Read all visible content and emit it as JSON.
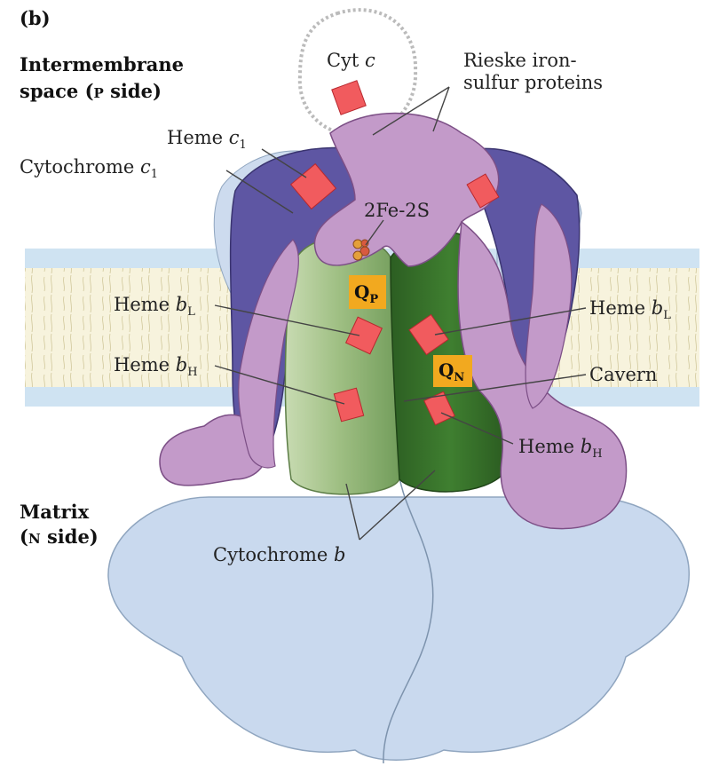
{
  "panel_label": "(b)",
  "regions": {
    "intermembrane_line1": "Intermembrane",
    "intermembrane_line2_a": "space (",
    "intermembrane_line2_side": "P",
    "intermembrane_line2_b": " side)",
    "matrix_line1": "Matrix",
    "matrix_line2_a": "(",
    "matrix_line2_side": "N",
    "matrix_line2_b": " side)"
  },
  "labels": {
    "cyt_c_a": "Cyt ",
    "cyt_c_b": "c",
    "rieske_line1": "Rieske iron-",
    "rieske_line2": "sulfur proteins",
    "heme_c1_a": "Heme ",
    "heme_c1_b": "c",
    "heme_c1_sub": "1",
    "cytochrome_c1_a": "Cytochrome ",
    "cytochrome_c1_b": "c",
    "cytochrome_c1_sub": "1",
    "fe_s": "2Fe-2S",
    "heme_bl_left_a": "Heme ",
    "heme_bl_left_b": "b",
    "heme_bl_left_sub": "L",
    "heme_bh_left_a": "Heme ",
    "heme_bh_left_b": "b",
    "heme_bh_left_sub": "H",
    "heme_bl_right_a": "Heme ",
    "heme_bl_right_b": "b",
    "heme_bl_right_sub": "L",
    "cavern": "Cavern",
    "heme_bh_right_a": "Heme ",
    "heme_bh_right_b": "b",
    "heme_bh_right_sub": "H",
    "cytochrome_b_a": "Cytochrome ",
    "cytochrome_b_b": "b",
    "qp_main": "Q",
    "qp_sub": "P",
    "qn_main": "Q",
    "qn_sub": "N"
  },
  "colors": {
    "matrix_domain": "#c9d9ee",
    "cytochrome_c1": "#5e56a3",
    "rieske": "#c39ac9",
    "cytochrome_b_light": "#a9c48d",
    "cytochrome_b_dark": "#3f7a2e",
    "membrane": "#f5f0d6",
    "heme": "#f15b5e",
    "q_site": "#f2a91f"
  }
}
